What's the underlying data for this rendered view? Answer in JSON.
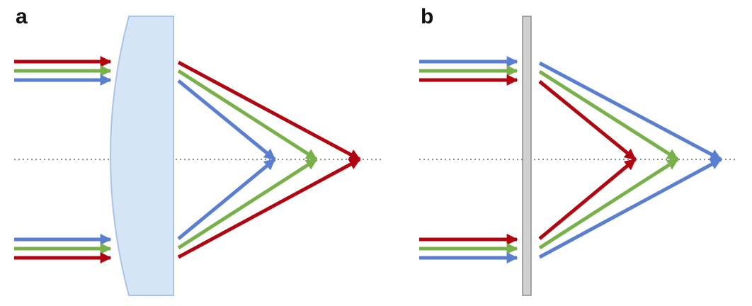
{
  "panels": {
    "a": {
      "label": "a",
      "element": "lens"
    },
    "b": {
      "label": "b",
      "element": "flat-plate"
    }
  },
  "colors": {
    "red": "#b00510",
    "green": "#78b04a",
    "blue": "#5a7ed0",
    "lens_fill": "#d6e5f6",
    "lens_stroke": "#aac4e6",
    "plate_fill": "#d0d0d0",
    "plate_stroke": "#8c8c8c",
    "axis": "#888888"
  },
  "icons": {
    "arrow": "arrow-head",
    "axis": "dotted-optical-axis"
  }
}
